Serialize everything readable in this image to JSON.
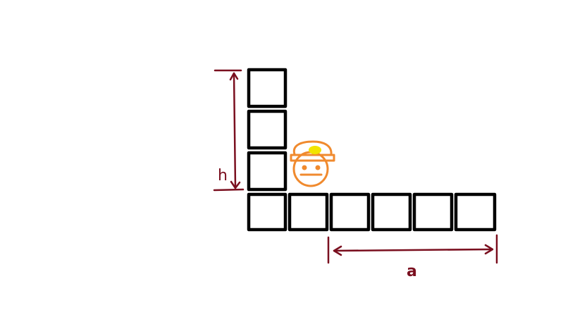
{
  "colors": {
    "background": "#ffffff",
    "block_outline": "#000000",
    "dimension": "#7a0f1f",
    "miner_outline": "#f08a2e",
    "headlamp": "#f2e400"
  },
  "labels": {
    "height": "h",
    "width": "a"
  },
  "figure": {
    "column_blocks": 4,
    "row_blocks": 6,
    "figure": "miner",
    "icon": "miner-icon"
  }
}
